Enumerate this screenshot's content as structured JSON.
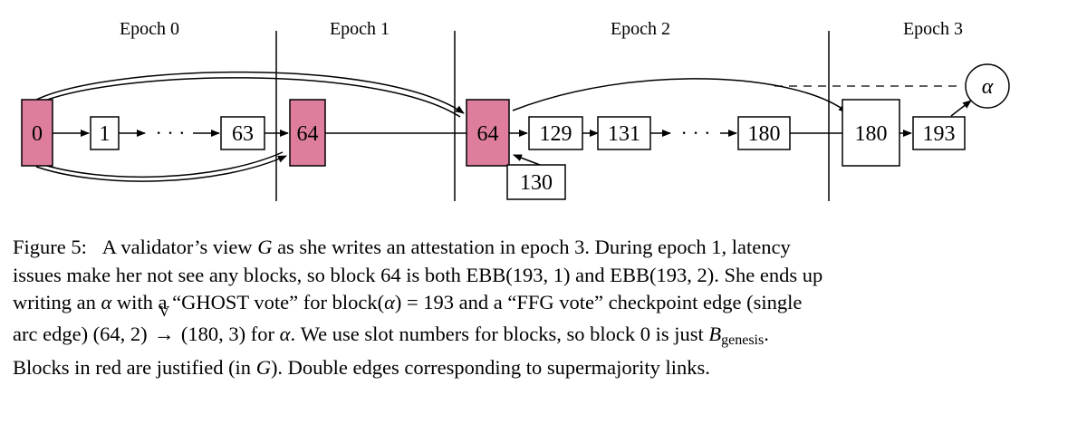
{
  "epochs": [
    "Epoch 0",
    "Epoch 1",
    "Epoch 2",
    "Epoch 3"
  ],
  "blocks": {
    "b0": "0",
    "b1": "1",
    "b63": "63",
    "b64a": "64",
    "b64b": "64",
    "b129": "129",
    "b131": "131",
    "b130": "130",
    "b180": "180",
    "b180c": "180",
    "b193": "193"
  },
  "ellipsis": "· · ·",
  "alpha": "α",
  "colors": {
    "justified": "#de7e9c",
    "stroke": "#000000"
  },
  "caption": {
    "l1a": "Figure 5:",
    "l1b": "A validator’s view ",
    "l1G": "G",
    "l1c": " as she writes an attestation in epoch 3. During epoch 1, latency",
    "l2": "issues make her not see any blocks, so block 64 is both EBB(193, 1) and EBB(193, 2). She ends up",
    "l3a": "writing an ",
    "l3alpha": "α",
    "l3b": " with a “GHOST vote” for block(",
    "l3alpha2": "α",
    "l3c": ") = 193 and a “FFG vote” checkpoint edge (single",
    "l4a": "arc edge) (64, 2) ",
    "l4v": "V",
    "l4arrow": "→",
    "l4b": " (180, 3) for ",
    "l4alpha": "α",
    "l4c": ".  We use slot numbers for blocks, so block 0 is just ",
    "l4B": "B",
    "l4sub": "genesis",
    "l4d": ".",
    "l5a": "Blocks in red are justified (in ",
    "l5G": "G",
    "l5b": "). Double edges corresponding to supermajority links."
  }
}
